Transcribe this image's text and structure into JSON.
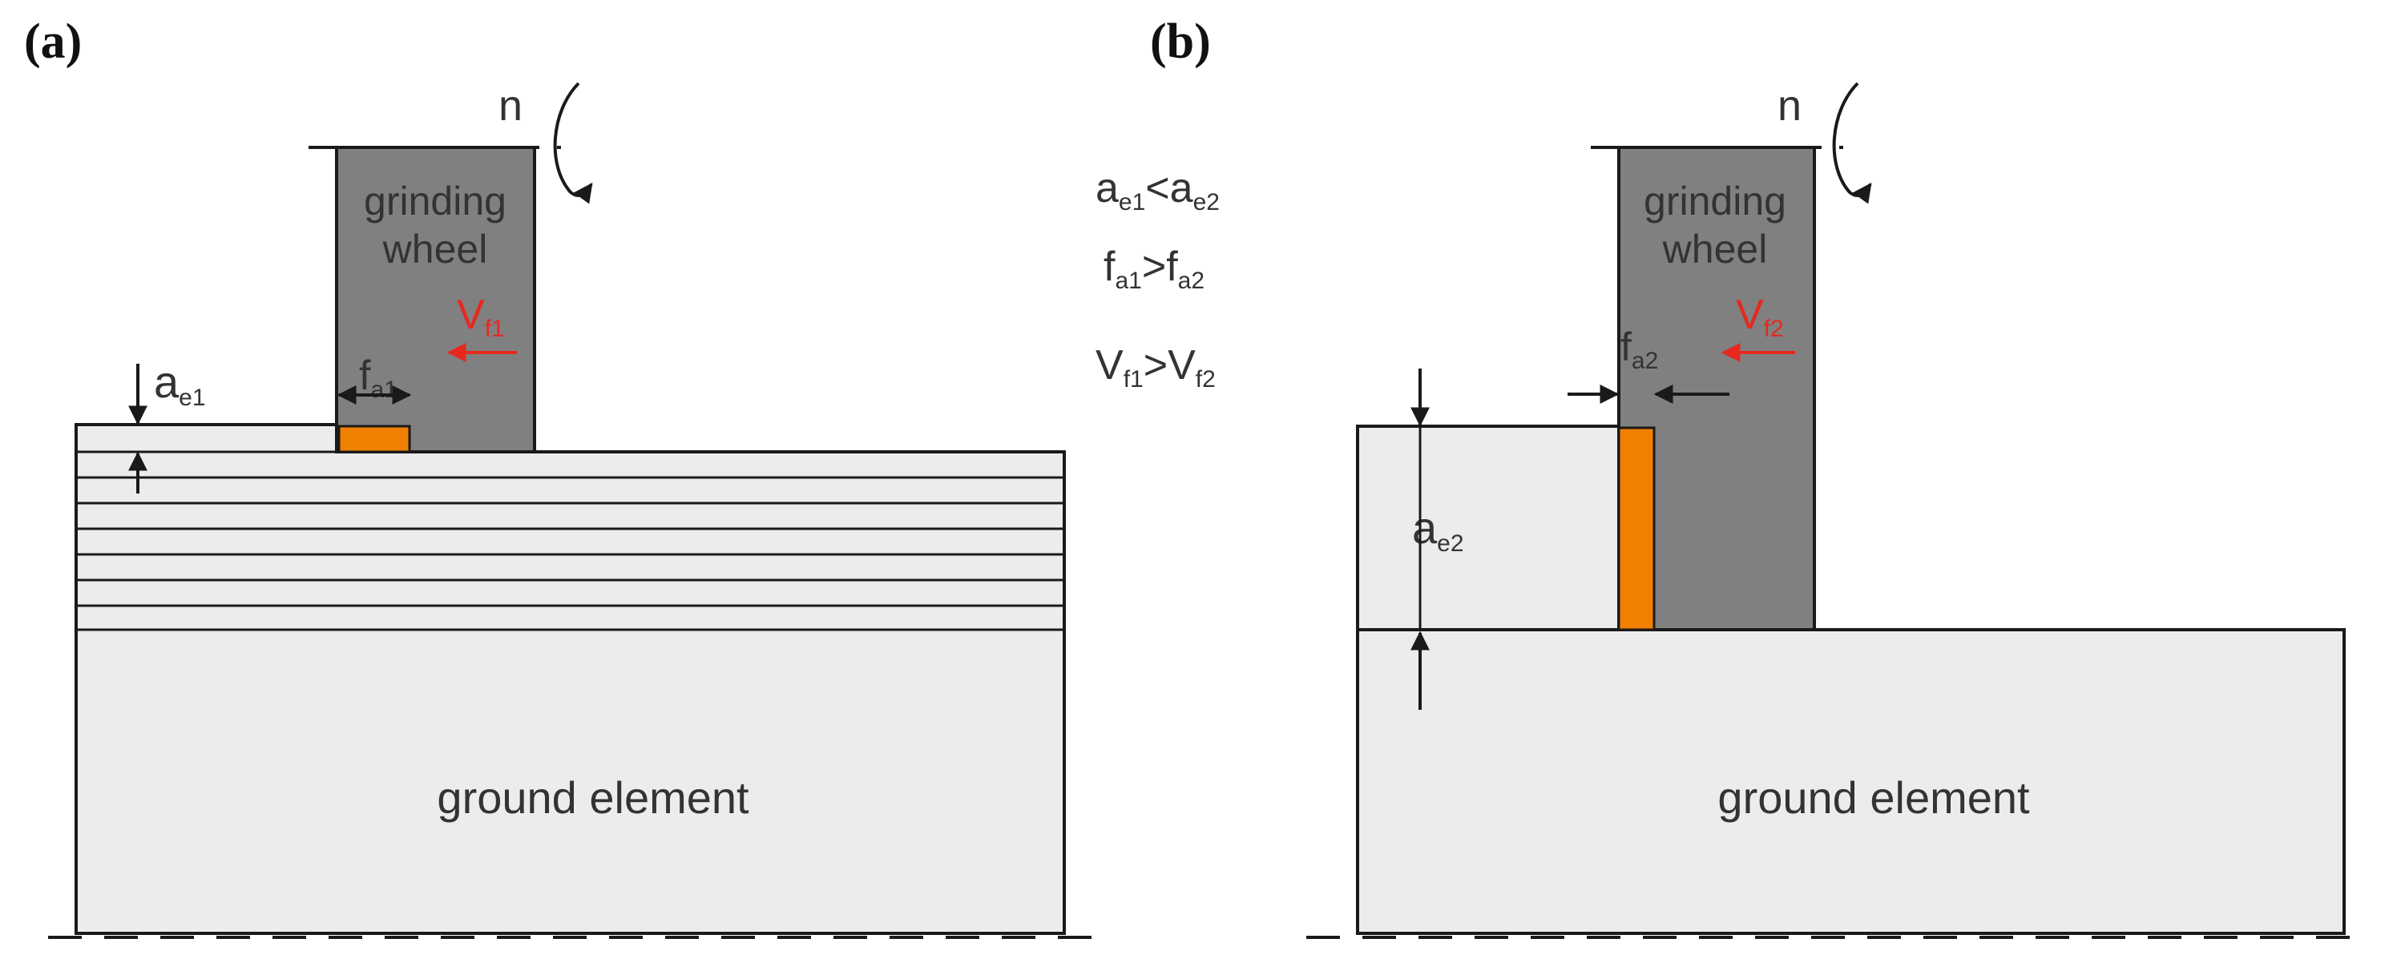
{
  "panels": {
    "a": {
      "label": "(a)",
      "wheel_line1": "grinding",
      "wheel_line2": "wheel",
      "rotation": "n",
      "velocity": "V",
      "velocity_sub": "f1",
      "feed": "f",
      "feed_sub": "a1",
      "depth": "a",
      "depth_sub": "e1",
      "element": "ground element"
    },
    "b": {
      "label": "(b)",
      "wheel_line1": "grinding",
      "wheel_line2": "wheel",
      "rotation": "n",
      "velocity": "V",
      "velocity_sub": "f2",
      "feed": "f",
      "feed_sub": "a2",
      "depth": "a",
      "depth_sub": "e2",
      "element": "ground element"
    }
  },
  "relations": [
    {
      "l": "a",
      "ls": "e1",
      "op": "<",
      "r": "a",
      "rs": "e2"
    },
    {
      "l": "f",
      "ls": "a1",
      "op": ">",
      "r": "f",
      "rs": "a2"
    },
    {
      "l": "V",
      "ls": "f1",
      "op": ">",
      "r": "V",
      "rs": "f2"
    }
  ],
  "colors": {
    "wheel": "#808080",
    "element": "#ececec",
    "contact": "#f08000",
    "velocity": "#e5291f",
    "outline": "#1a1a1a"
  },
  "icons": {
    "rotation": "curved-rotation-arrow-icon",
    "dimension": "dimension-arrow-icon"
  }
}
